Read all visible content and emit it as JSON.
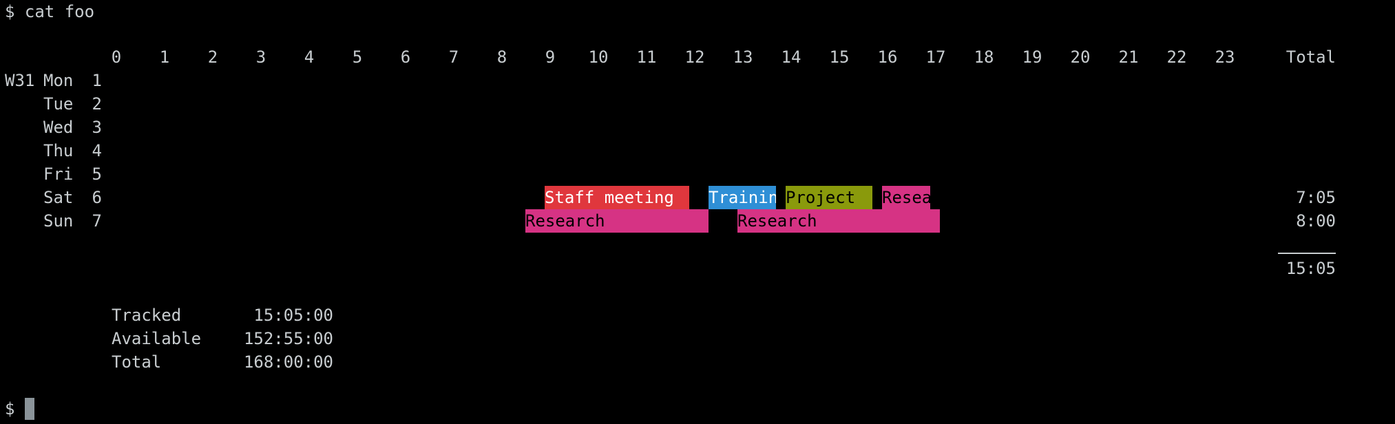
{
  "terminal": {
    "command_line": "$ cat foo",
    "prompt": "$",
    "cursor_color": "#8a9399",
    "foreground": "#c8cdd0",
    "background": "#000000"
  },
  "timesheet": {
    "hours": [
      "0",
      "1",
      "2",
      "3",
      "4",
      "5",
      "6",
      "7",
      "8",
      "9",
      "10",
      "11",
      "12",
      "13",
      "14",
      "15",
      "16",
      "17",
      "18",
      "19",
      "20",
      "21",
      "22",
      "23"
    ],
    "total_header": "Total",
    "week_label": "W31",
    "days": [
      {
        "name": "Mon",
        "date": "1",
        "total": ""
      },
      {
        "name": "Tue",
        "date": "2",
        "total": ""
      },
      {
        "name": "Wed",
        "date": "3",
        "total": ""
      },
      {
        "name": "Thu",
        "date": "4",
        "total": ""
      },
      {
        "name": "Fri",
        "date": "5",
        "total": ""
      },
      {
        "name": "Sat",
        "date": "6",
        "total": "7:05"
      },
      {
        "name": "Sun",
        "date": "7",
        "total": "8:00"
      }
    ],
    "events": [
      {
        "day_index": 5,
        "label": "Staff meeting",
        "start_hour": 9.0,
        "end_hour": 12.0,
        "color": "#e0373d",
        "text_color": "#ffffff"
      },
      {
        "day_index": 5,
        "label": "Trainin",
        "start_hour": 12.4,
        "end_hour": 13.8,
        "color": "#2f8fd6",
        "text_color": "#ffffff"
      },
      {
        "day_index": 5,
        "label": "Project",
        "start_hour": 14.0,
        "end_hour": 15.8,
        "color": "#8a9a0c",
        "text_color": "#000000"
      },
      {
        "day_index": 5,
        "label": "Resea",
        "start_hour": 16.0,
        "end_hour": 17.0,
        "color": "#d63384",
        "text_color": "#000000"
      },
      {
        "day_index": 6,
        "label": "Research",
        "start_hour": 8.6,
        "end_hour": 12.4,
        "color": "#d63384",
        "text_color": "#000000"
      },
      {
        "day_index": 6,
        "label": "Research",
        "start_hour": 13.0,
        "end_hour": 17.2,
        "color": "#d63384",
        "text_color": "#000000"
      }
    ],
    "grand_total": "15:05"
  },
  "summary": [
    {
      "label": "Tracked",
      "value": "15:05:00"
    },
    {
      "label": "Available",
      "value": "152:55:00"
    },
    {
      "label": "Total",
      "value": "168:00:00"
    }
  ]
}
